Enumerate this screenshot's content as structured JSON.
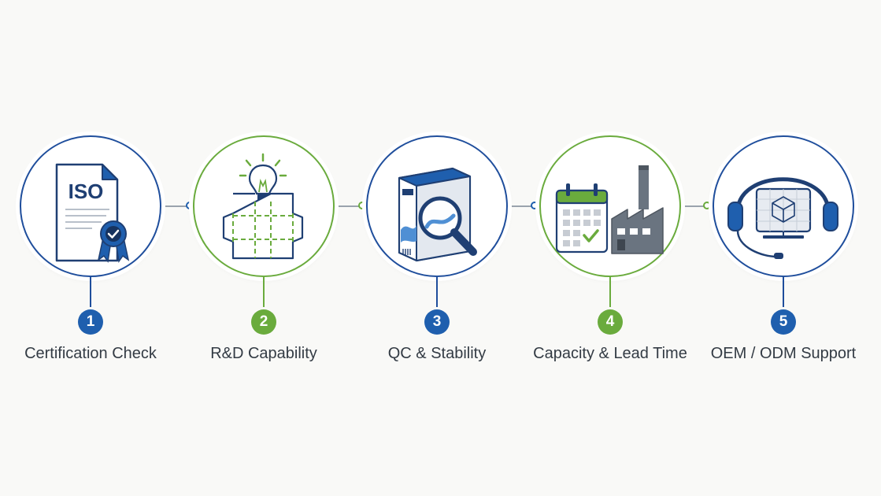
{
  "colors": {
    "blue": "#1f4e9c",
    "green": "#6aab3d",
    "steel": "#6a7480",
    "text": "#333b44",
    "background": "#f9f9f7"
  },
  "steps": [
    {
      "number": "1",
      "label": "Certification Check",
      "accent": "blue",
      "icon": "certificate-document-icon",
      "icon_text": "ISO"
    },
    {
      "number": "2",
      "label": "R&D Capability",
      "accent": "green",
      "icon": "lightbulb-packaging-dieline-icon"
    },
    {
      "number": "3",
      "label": "QC & Stability",
      "accent": "blue",
      "icon": "magnifier-inspecting-box-icon"
    },
    {
      "number": "4",
      "label": "Capacity & Lead Time",
      "accent": "green",
      "icon": "calendar-and-factory-icon"
    },
    {
      "number": "5",
      "label": "OEM / ODM Support",
      "accent": "blue",
      "icon": "headset-with-3d-model-screen-icon"
    }
  ]
}
